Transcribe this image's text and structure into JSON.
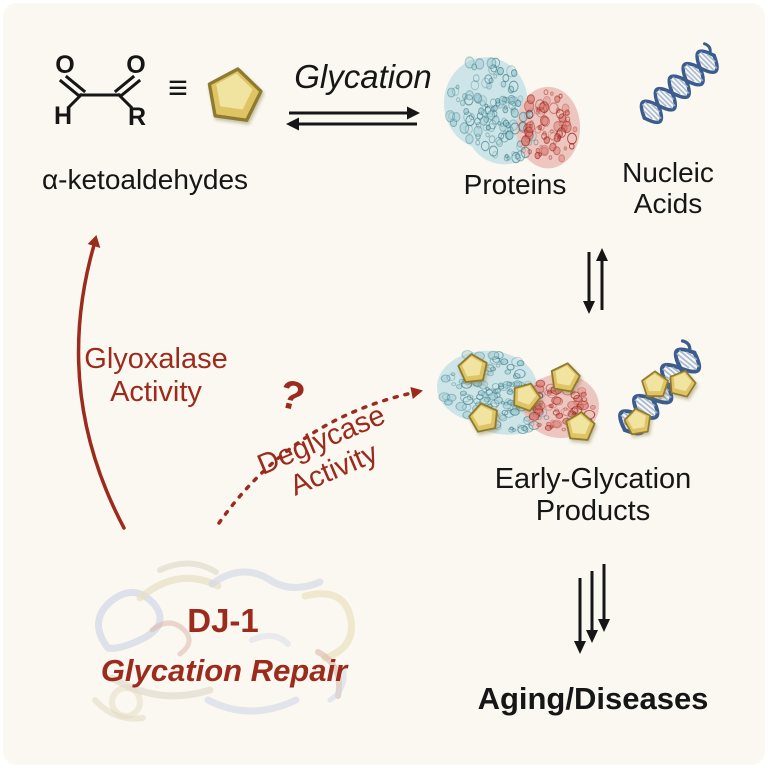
{
  "colors": {
    "background": "#FAF8F0",
    "text": "#161616",
    "accent_red": "#9C2B1D",
    "pentagon_gold": "#DFC463",
    "protein_teal": "#7FB9C1",
    "protein_red": "#B5271D",
    "dna_blue": "#3C5C8E"
  },
  "molecule": {
    "atom_o1": "O",
    "atom_o2": "O",
    "atom_h": "H",
    "atom_r": "R",
    "equivalence_symbol": "≡",
    "label": "α-ketoaldehydes"
  },
  "glycation_reaction": {
    "label": "Glycation"
  },
  "substrates": {
    "proteins_label": "Proteins",
    "nucleic_acids_line1": "Nucleic",
    "nucleic_acids_line2": "Acids"
  },
  "products": {
    "line1": "Early-Glycation",
    "line2": "Products"
  },
  "outcome": {
    "label": "Aging/Diseases"
  },
  "glyoxalase": {
    "line1": "Glyoxalase",
    "line2": "Activity"
  },
  "deglycase": {
    "question_mark": "?",
    "line1": "Deglycase",
    "line2": "Activity"
  },
  "dj1": {
    "name": "DJ-1",
    "caption": "Glycation Repair"
  }
}
